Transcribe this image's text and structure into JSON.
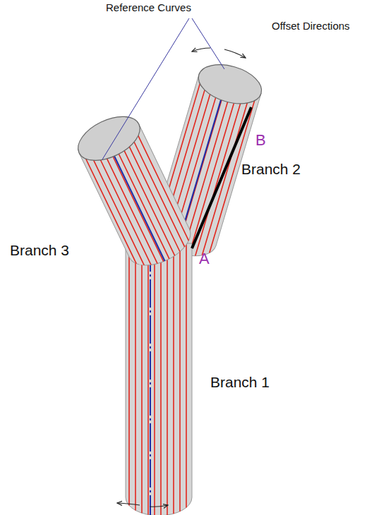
{
  "diagram": {
    "labels": [
      "Reference Curves",
      "Offset Directions",
      "B",
      "Branch 2",
      "Branch 3",
      "A",
      "Branch 1"
    ]
  }
}
